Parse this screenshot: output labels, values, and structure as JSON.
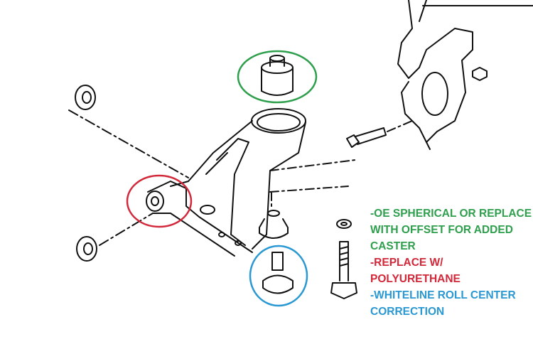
{
  "colors": {
    "green": "#2e9f4c",
    "red": "#d2283a",
    "blue": "#2a98d2",
    "line": "#111111"
  },
  "notes": {
    "upper_bushing": [
      "-OE SPHERICAL OR REPLACE",
      "WITH OFFSET FOR ADDED",
      "CASTER"
    ],
    "front_bushing": [
      "-REPLACE W/",
      "POLYURETHANE"
    ],
    "ball_joint": [
      "-WHITELINE ROLL CENTER",
      "CORRECTION"
    ]
  }
}
